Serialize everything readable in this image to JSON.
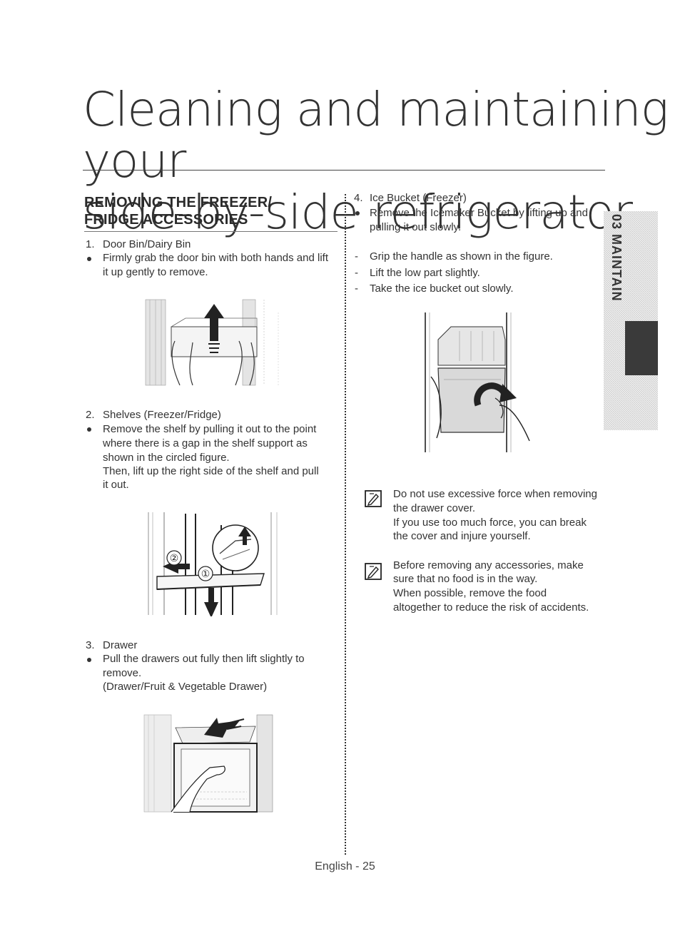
{
  "title_line1": "Cleaning and maintaining your",
  "title_line2": "side-by-side refrigerator",
  "section_heading_line1": "REMOVING THE FREEZER/",
  "section_heading_line2": "FRIDGE ACCESSORIES",
  "left": {
    "item1": {
      "number": "1.",
      "title": "Door Bin/Dairy Bin",
      "lines": [
        "Firmly grab the door bin with both hands and lift",
        "it up gently to remove."
      ]
    },
    "item2": {
      "number": "2.",
      "title": "Shelves (Freezer/Fridge)",
      "lines": [
        "Remove the shelf by pulling it out to the point",
        "where there is a gap in the shelf support as",
        "shown in the circled figure.",
        "Then, lift up the right side of the shelf and pull",
        "it out."
      ]
    },
    "item3": {
      "number": "3.",
      "title": "Drawer",
      "lines": [
        "Pull the drawers out fully then lift slightly to",
        "remove.",
        "(Drawer/Fruit & Vegetable Drawer)"
      ]
    },
    "fig2_labels": {
      "circle1": "①",
      "circle2": "②"
    }
  },
  "right": {
    "item4": {
      "number": "4.",
      "title": "Ice Bucket (Freezer)",
      "lines": [
        "Remove the Icemaker Bucket by lifting up and",
        "pulling it out slowly."
      ]
    },
    "steps": [
      "Grip the handle as shown in the figure.",
      "Lift the low part slightly.",
      "Take the ice bucket out slowly."
    ],
    "note1": [
      "Do not use excessive force when removing",
      "the drawer cover.",
      "If you use too much force, you can break",
      "the cover and injure yourself."
    ],
    "note2": [
      "Before removing any accessories, make",
      "sure that no food is in the way.",
      "When possible, remove the food",
      "altogether to reduce the risk of accidents."
    ]
  },
  "sidebar_label": "03 MAINTAIN",
  "footer": "English - 25"
}
